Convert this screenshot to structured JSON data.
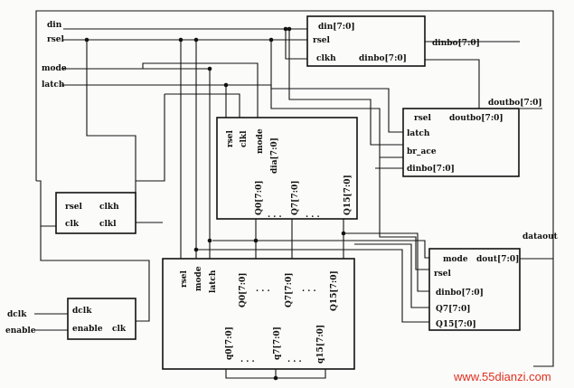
{
  "inputs": {
    "din": "din",
    "rsel": "rsel",
    "mode": "mode",
    "latch": "latch",
    "dclk": "dclk",
    "enable": "enable"
  },
  "outputs": {
    "doutbo": "doutbo[7:0]",
    "dataout": "dataout",
    "dinbo": "dinbo[7:0]"
  },
  "blocks": {
    "din_reg": {
      "din": "din[7:0]",
      "rsel": "rsel",
      "clkh": "clkh",
      "dinbo": "dinbo[7:0]"
    },
    "doutbo_reg": {
      "rsel": "rsel",
      "doutbo": "doutbo[7:0]",
      "latch": "latch",
      "br_ace": "br_ace",
      "dinbo": "dinbo[7:0]"
    },
    "array_top": {
      "rsel": "rsel",
      "clkl": "clkl",
      "mode": "mode",
      "dia": "dia[7:0]",
      "q0": "Q0[7:0]",
      "q7": "Q7[7:0]",
      "q15": "Q15[7:0]",
      "dots": ". . ."
    },
    "clk_split": {
      "rsel": "rsel",
      "clk": "clk",
      "clkh": "clkh",
      "clkl": "clkl"
    },
    "array_bottom": {
      "rsel": "rsel",
      "mode": "mode",
      "latch": "latch",
      "q0": "Q0[7:0]",
      "q7": "Q7[7:0]",
      "q15": "Q15[7:0]",
      "lq0": "q0[7:0]",
      "lq7": "q7[7:0]",
      "lq15": "q15[7:0]",
      "dots": ". . ."
    },
    "clk_gate": {
      "dclk": "dclk",
      "enable": "enable",
      "clk": "clk"
    },
    "out_mux": {
      "mode": "mode",
      "dout": "dout[7:0]",
      "rsel": "rsel",
      "dinbo": "dinbo[7:0]",
      "q7": "Q7[7:0]",
      "q15": "Q15[7:0]"
    }
  },
  "watermark": "www.55dianzi.com"
}
